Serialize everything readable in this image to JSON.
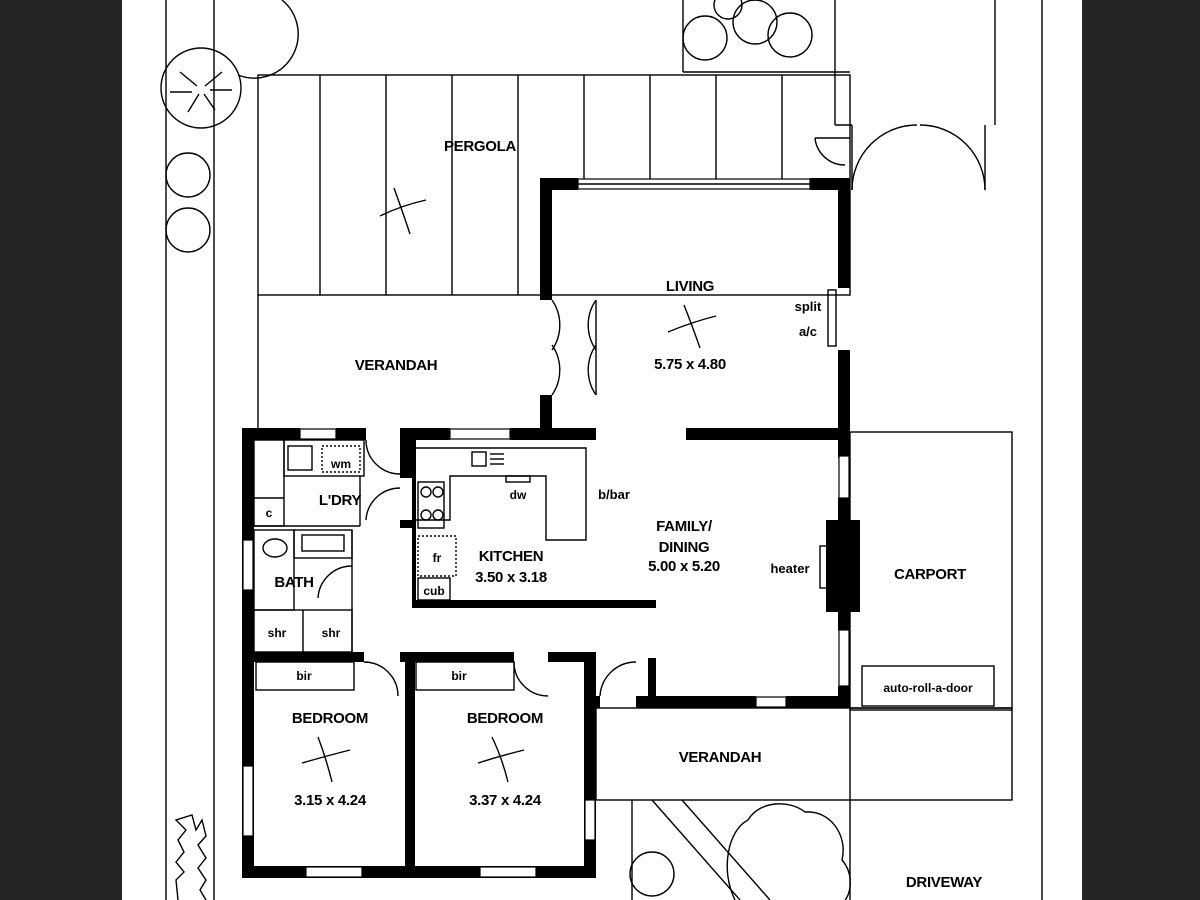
{
  "plan": {
    "rooms": {
      "pergola": "PERGOLA",
      "verandah_rear": "VERANDAH",
      "living": {
        "name": "LIVING",
        "size": "5.75 x 4.80"
      },
      "split_ac": [
        "split",
        "a/c"
      ],
      "laundry": "L'DRY",
      "wm": "wm",
      "c": "c",
      "kitchen": {
        "name": "KITCHEN",
        "size": "3.50 x 3.18"
      },
      "dw": "dw",
      "bbar": "b/bar",
      "fr": "fr",
      "cub": "cub",
      "family": {
        "name_line1": "FAMILY/",
        "name_line2": "DINING",
        "size": "5.00 x 5.20"
      },
      "heater": "heater",
      "carport": "CARPORT",
      "auto_door": "auto-roll-a-door",
      "bath": "BATH",
      "shr_left": "shr",
      "shr_right": "shr",
      "bir_1": "bir",
      "bir_2": "bir",
      "bedroom_1": {
        "name": "BEDROOM",
        "size": "3.15 x 4.24"
      },
      "bedroom_2": {
        "name": "BEDROOM",
        "size": "3.37 x 4.24"
      },
      "verandah_front": "VERANDAH",
      "driveway": "DRIVEWAY"
    }
  }
}
